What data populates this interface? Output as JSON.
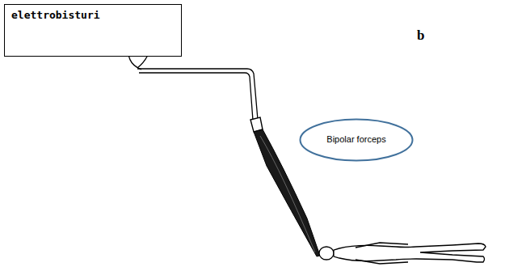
{
  "diagram": {
    "nodes": [
      {
        "text": [
          "elettrobisturi"
        ]
      },
      {
        "text": [
          "Bipolar forceps"
        ]
      }
    ],
    "labels": [
      "b"
    ]
  }
}
